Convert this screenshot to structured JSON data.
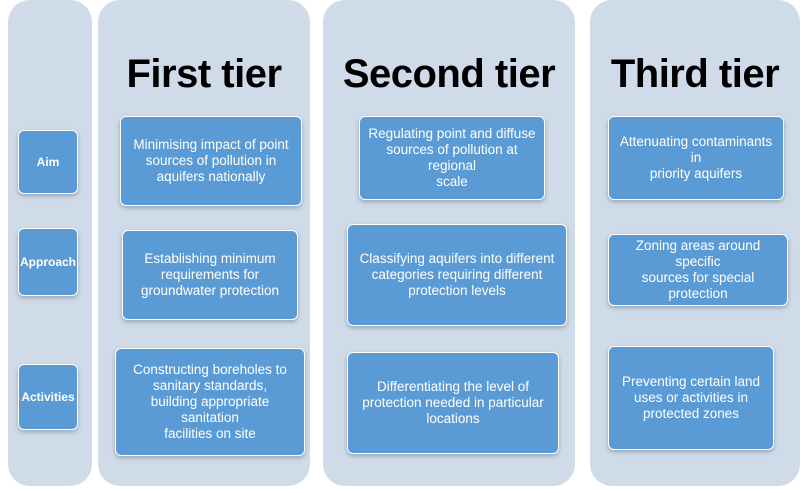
{
  "rows": {
    "aim": "Aim",
    "approach": "Approach",
    "activities": "Activities"
  },
  "tiers": [
    {
      "title": "First tier",
      "aim": "Minimising impact of point\nsources of pollution in\naquifers nationally",
      "approach": "Establishing minimum\nrequirements for\ngroundwater protection",
      "activities": "Constructing boreholes to\nsanitary standards,\nbuilding appropriate sanitation\nfacilities on site"
    },
    {
      "title": "Second tier",
      "aim": "Regulating point and diffuse\nsources of pollution at regional\nscale",
      "approach": "Classifying aquifers into different\ncategories requiring different\nprotection levels",
      "activities": "Differentiating the level of\nprotection needed in particular\nlocations"
    },
    {
      "title": "Third tier",
      "aim": "Attenuating contaminants in\npriority aquifers",
      "approach": "Zoning areas around specific\nsources for special protection",
      "activities": "Preventing certain land\nuses or activities in\nprotected zones"
    }
  ],
  "colors": {
    "panel": "#cfdbe9",
    "box": "#5b9bd5",
    "text": "#ffffff"
  }
}
